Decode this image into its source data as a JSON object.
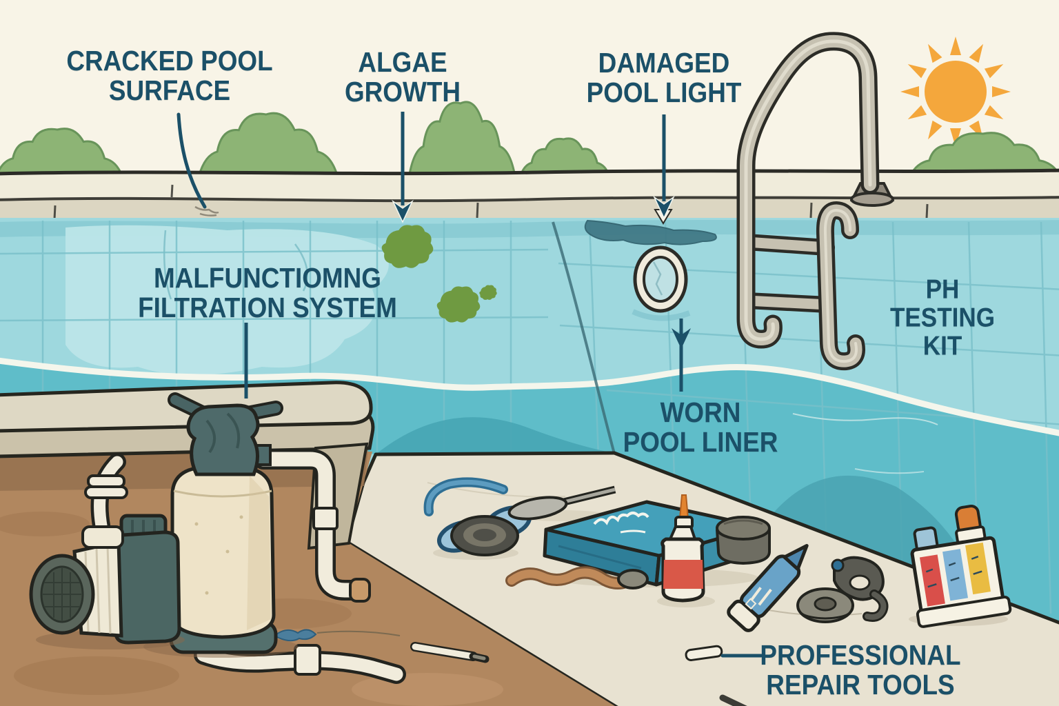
{
  "labels": [
    {
      "id": "cracked-pool-surface",
      "text": "CRACKED POOL\nSURFACE",
      "connector": "curved-leader-line"
    },
    {
      "id": "algae-growth",
      "text": "ALGAE\nGROWTH",
      "connector": "arrow-down"
    },
    {
      "id": "damaged-pool-light",
      "text": "DAMAGED\nPOOL LIGHT",
      "connector": "arrow-down"
    },
    {
      "id": "malfunctioning-filtration-system",
      "text": "MALFUNCTIOMNG\nFILTRATION SYSTEM",
      "connector": "straight-leader-line"
    },
    {
      "id": "worn-pool-liner",
      "text": "WORN\nPOOL LINER",
      "connector": "arrow-down-above-label"
    },
    {
      "id": "ph-testing-kit",
      "text": "PH\nTESTING\nKIT",
      "connector": "none"
    },
    {
      "id": "professional-repair-tools",
      "text": "PROFESSIONAL\nREPAIR TOOLS",
      "connector": "horizontal-leader-line"
    }
  ],
  "palette": {
    "background": "#f8f4e7",
    "label_text": "#1b5068",
    "coping": "#f0ecdb",
    "pool_wall": "#9ed8de",
    "wall_patch": "#bce5e8",
    "water": "#5fbdc9",
    "water_stain": "#47a5b4",
    "algae": "#6f9a41",
    "sun": "#f4a73c",
    "bush": "#8db475",
    "deck": "#e8e2d1",
    "dirt": "#b1875f",
    "ladder_metal": "#c6c1b1",
    "pump_tank": "#eee3c8",
    "pump_valve": "#4e6a6a",
    "repair_box": "#44a0ba",
    "glue_label_red": "#d95848",
    "glue_tip_orange": "#e2842f",
    "ph_tube_red": "#d94f4a",
    "ph_tube_blue": "#7fb3d6",
    "ph_tube_yellow": "#e9bc42",
    "ph_cap_orange": "#d97e35"
  },
  "scene_items": [
    "sun",
    "bushes",
    "pool-coping",
    "coping-crack",
    "pool-wall-tiles",
    "cracked-surface-patch",
    "algae-spots",
    "wall-crack-above-light",
    "pool-light",
    "pool-ladder",
    "water-line",
    "worn-liner-stains",
    "pool-deck",
    "dirt-ground",
    "bench-ledge",
    "pump-motor",
    "sand-filter-tank",
    "multiport-valve",
    "pvc-pipes",
    "swim-goggles",
    "screwdriver",
    "rubber-o-ring",
    "repair-kit-box",
    "stir-stick",
    "glue-bottle",
    "putty-can",
    "sealant-tube",
    "washer",
    "pliers",
    "ph-test-kit",
    "applicator",
    "pencil"
  ]
}
